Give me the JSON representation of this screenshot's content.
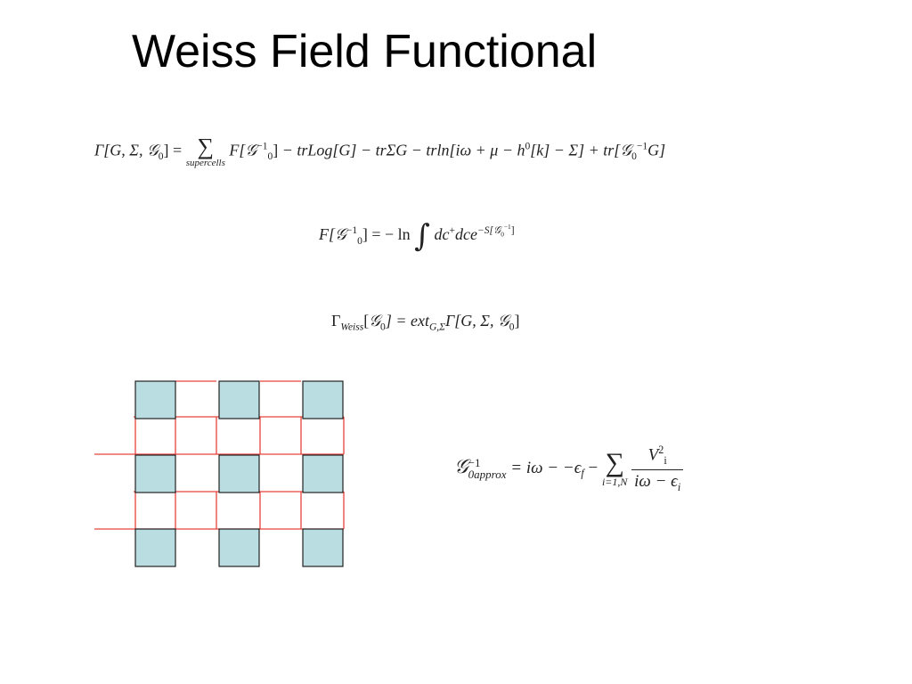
{
  "slide": {
    "title": "Weiss Field Functional"
  },
  "eq1": {
    "lhs": "Γ[G, Σ, ",
    "g0": "𝒢",
    "g0_sub": "0",
    "lhs_close": "] =",
    "sum": "∑",
    "sum_sub": "supercells",
    "f_open": "F[",
    "f_g": "𝒢",
    "f_sup": "−1",
    "f_sub": "0",
    "f_close": "]",
    "terms": "− trLog[G] − trΣG − trln[iω + μ − h",
    "h_sup": "0",
    "terms2": "[k] − Σ] + tr[",
    "tr_g": "𝒢",
    "tr_sub": "0",
    "tr_sup": "−1",
    "tr_close": "G]"
  },
  "eq2": {
    "f_open": "F[",
    "g": "𝒢",
    "sup": "−1",
    "sub": "0",
    "mid": "] = − ln",
    "int": "∫",
    "body": "dc",
    "plus": "+",
    "body2": "dce",
    "exp": "−S[𝒢",
    "exp_sub": "0",
    "exp_sup": "−1",
    "exp_close": "]"
  },
  "eq3": {
    "gamma": "Γ",
    "gamma_sub": "Weiss",
    "open": "[",
    "g": "𝒢",
    "g_sub": "0",
    "mid": "] = ext",
    "ext_sub": "G,Σ",
    "rhs": "Γ[G, Σ, ",
    "rhs_g": "𝒢",
    "rhs_sub": "0",
    "rhs_close": "]"
  },
  "eq4": {
    "g": "𝒢",
    "g_sup": "−1",
    "g_sub": "0approx",
    "mid": "= iω − −ϵ",
    "eps_sub": "f",
    "minus": "−",
    "sum": "∑",
    "sum_sub": "i=1,N",
    "num": "V",
    "num_sub": "i",
    "num_sup": "2",
    "den": "iω − ϵ",
    "den_sub": "i"
  },
  "lattice": {
    "cell_color": "#b9dde0",
    "bond_color": "#e8433c",
    "cell_border": "#222222"
  }
}
